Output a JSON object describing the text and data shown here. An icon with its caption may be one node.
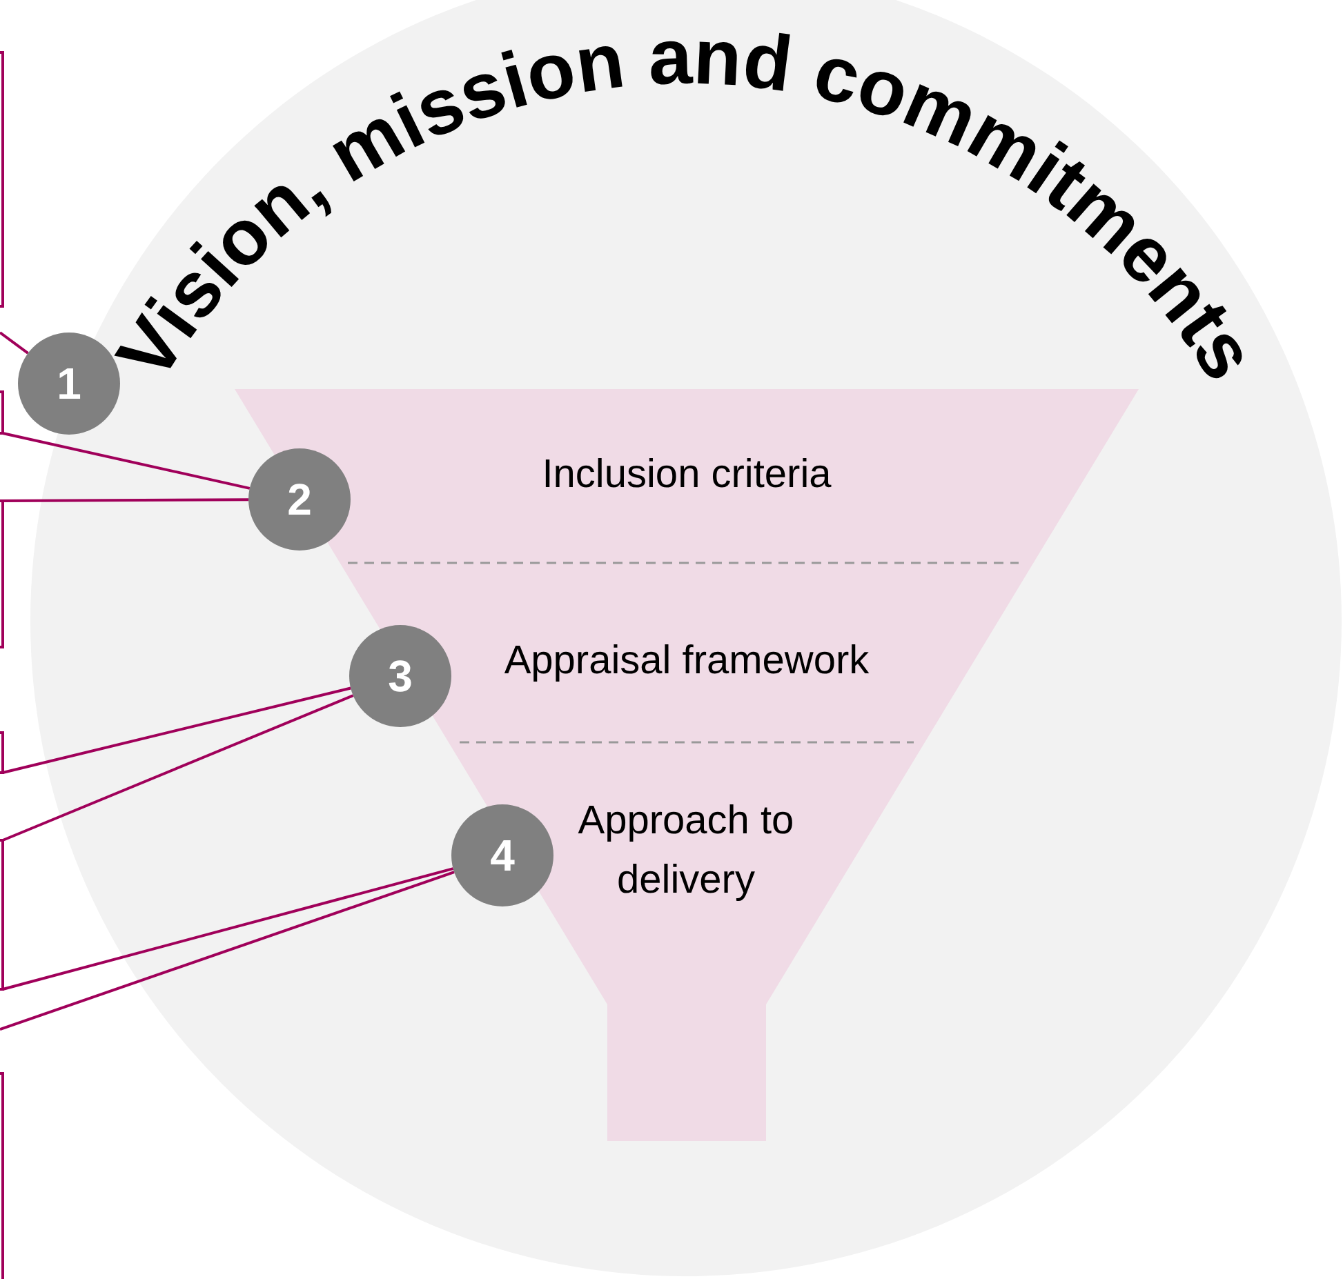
{
  "diagram": {
    "nodes": [
      {
        "text": [
          "Vision, mission and commitments"
        ]
      },
      {
        "text": [
          "Inclusion criteria"
        ],
        "in": 0
      },
      {
        "text": [
          "Appraisal framework"
        ],
        "in": 0
      },
      {
        "text": [
          "Approach to delivery"
        ],
        "in": 0
      },
      {
        "text": [
          "1"
        ]
      },
      {
        "text": [
          "2"
        ],
        "in": 0
      },
      {
        "text": [
          "3"
        ],
        "in": 0
      },
      {
        "text": [
          "4"
        ],
        "in": 0
      },
      {
        "text": [],
        "shape": "bracket"
      },
      {
        "text": [],
        "shape": "bracket"
      },
      {
        "text": [],
        "shape": "bracket"
      },
      {
        "text": [],
        "shape": "bracket"
      },
      {
        "text": [],
        "shape": "bracket"
      },
      {
        "text": [],
        "shape": "bracket"
      }
    ],
    "edges": [
      {
        "from": null,
        "to": 4,
        "arrow": "none"
      },
      {
        "from": 9,
        "to": 5,
        "arrow": "none"
      },
      {
        "from": 10,
        "to": 5,
        "arrow": "none"
      },
      {
        "from": 11,
        "to": 6,
        "arrow": "none"
      },
      {
        "from": 12,
        "to": 6,
        "arrow": "none"
      },
      {
        "from": 12,
        "to": 7,
        "arrow": "none"
      },
      {
        "from": null,
        "to": 7,
        "arrow": "none"
      }
    ]
  }
}
